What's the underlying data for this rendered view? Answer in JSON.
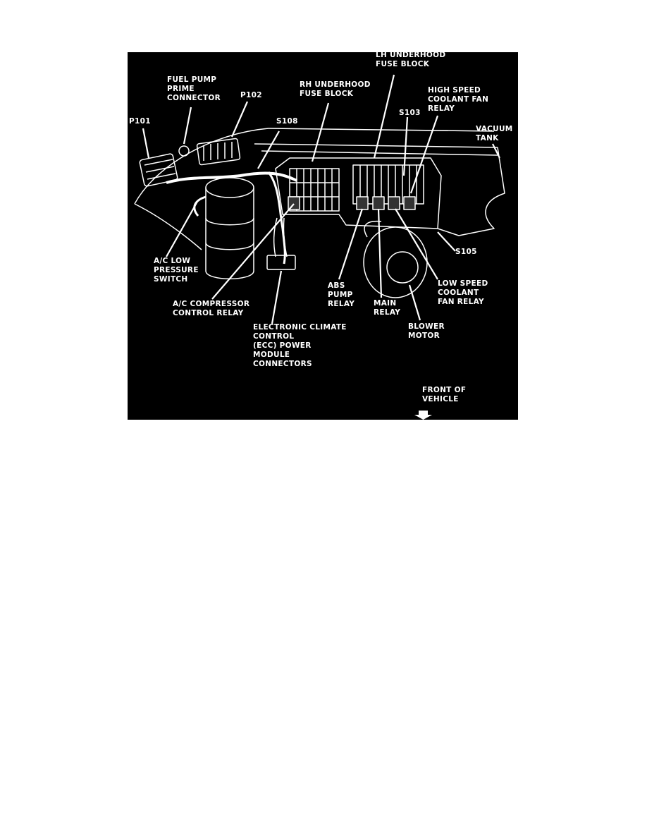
{
  "colors": {
    "background": "#000000",
    "ink": "#ffffff",
    "page": "#ffffff"
  },
  "labels": {
    "lh_underhood_fuse_block": "LH UNDERHOOD\nFUSE BLOCK",
    "fuel_pump_prime_connector": "FUEL PUMP\nPRIME\nCONNECTOR",
    "rh_underhood_fuse_block": "RH UNDERHOOD\nFUSE BLOCK",
    "high_speed_coolant_fan_relay": "HIGH SPEED\nCOOLANT FAN\nRELAY",
    "p102": "P102",
    "p101": "P101",
    "s108": "S108",
    "s103": "S103",
    "vacuum_tank": "VACUUM\nTANK",
    "ac_low_pressure_switch": "A/C LOW\nPRESSURE\nSWITCH",
    "s105": "S105",
    "abs_pump_relay": "ABS\nPUMP\nRELAY",
    "low_speed_coolant_fan_relay": "LOW SPEED\nCOOLANT\nFAN RELAY",
    "ac_compressor_control_relay": "A/C COMPRESSOR\nCONTROL RELAY",
    "main_relay": "MAIN\nRELAY",
    "blower_motor": "BLOWER\nMOTOR",
    "ecc_power_module_connectors": "ELECTRONIC CLIMATE\nCONTROL\n(ECC) POWER\nMODULE\nCONNECTORS",
    "front_of_vehicle": "FRONT OF\nVEHICLE"
  }
}
